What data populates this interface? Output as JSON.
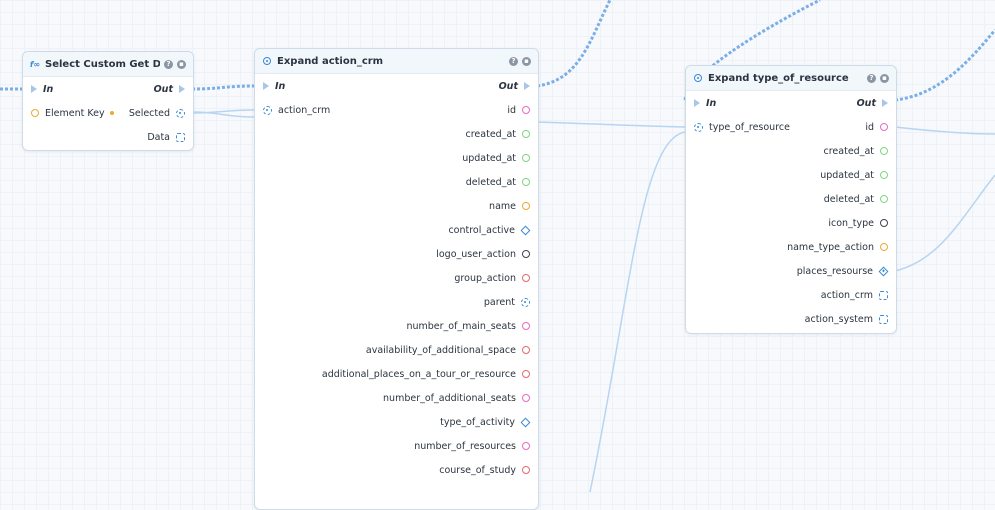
{
  "colors": {
    "wire": "#b7d5f2",
    "exec": "#7aaee6",
    "green": "#7dd87d",
    "pink": "#e86ac0",
    "orange": "#f0a830",
    "red": "#e46a6a",
    "blue": "#3a8ad6",
    "dark": "#3c4650"
  },
  "nodes": {
    "select": {
      "title": "Select Custom Get Data",
      "in_label": "In",
      "out_label": "Out",
      "element_key": "Element Key",
      "selected": "Selected",
      "data": "Data"
    },
    "action": {
      "title": "Expand action_crm",
      "in_label": "In",
      "out_label": "Out",
      "input_label": "action_crm",
      "outputs": [
        {
          "label": "id",
          "port": "circle",
          "color": "pink"
        },
        {
          "label": "created_at",
          "port": "circle",
          "color": "green"
        },
        {
          "label": "updated_at",
          "port": "circle",
          "color": "green"
        },
        {
          "label": "deleted_at",
          "port": "circle",
          "color": "green"
        },
        {
          "label": "name",
          "port": "circle",
          "color": "orange"
        },
        {
          "label": "control_active",
          "port": "diamond",
          "color": "blue"
        },
        {
          "label": "logo_user_action",
          "port": "circle",
          "color": "dark"
        },
        {
          "label": "group_action",
          "port": "circle",
          "color": "red"
        },
        {
          "label": "parent",
          "port": "cycle",
          "color": "blue"
        },
        {
          "label": "number_of_main_seats",
          "port": "circle",
          "color": "pink"
        },
        {
          "label": "availability_of_additional_space",
          "port": "circle",
          "color": "red"
        },
        {
          "label": "additional_places_on_a_tour_or_resource",
          "port": "circle",
          "color": "red"
        },
        {
          "label": "number_of_additional_seats",
          "port": "circle",
          "color": "pink"
        },
        {
          "label": "type_of_activity",
          "port": "diamond",
          "color": "blue"
        },
        {
          "label": "number_of_resources",
          "port": "circle",
          "color": "pink"
        },
        {
          "label": "course_of_study",
          "port": "circle",
          "color": "red"
        }
      ]
    },
    "resource": {
      "title": "Expand type_of_resource",
      "in_label": "In",
      "out_label": "Out",
      "input_label": "type_of_resource",
      "outputs": [
        {
          "label": "id",
          "port": "circle",
          "color": "pink"
        },
        {
          "label": "created_at",
          "port": "circle",
          "color": "green"
        },
        {
          "label": "updated_at",
          "port": "circle",
          "color": "green"
        },
        {
          "label": "deleted_at",
          "port": "circle",
          "color": "green"
        },
        {
          "label": "icon_type",
          "port": "circle",
          "color": "dark"
        },
        {
          "label": "name_type_action",
          "port": "circle",
          "color": "orange"
        },
        {
          "label": "places_resourse",
          "port": "diamond-fill",
          "color": "blue"
        },
        {
          "label": "action_crm",
          "port": "square",
          "color": "blue"
        },
        {
          "label": "action_system",
          "port": "square",
          "color": "blue"
        }
      ]
    }
  }
}
